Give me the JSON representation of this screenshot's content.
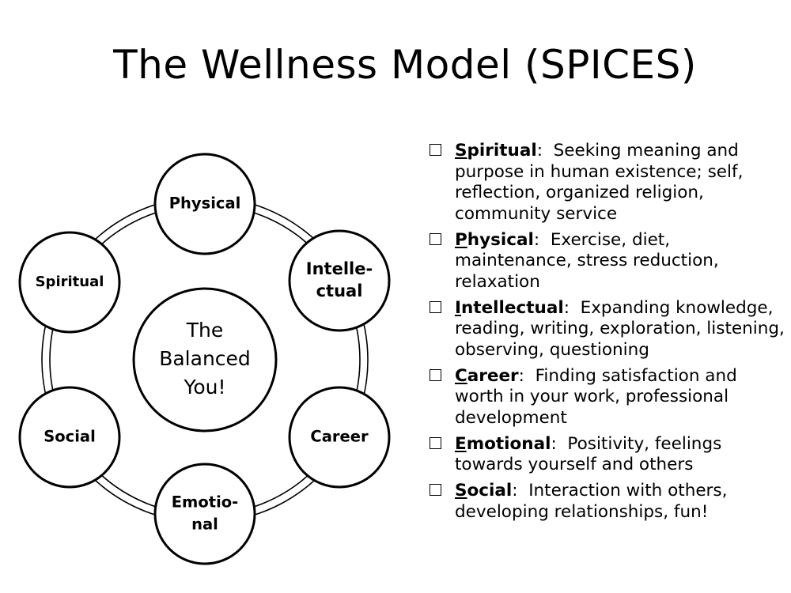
{
  "title": "The Wellness Model (SPICES)",
  "diagram": {
    "center": {
      "lines": [
        "The",
        "Balanced",
        "You!"
      ]
    },
    "nodes": [
      {
        "id": "physical",
        "lines": [
          "Physical"
        ]
      },
      {
        "id": "intellectual",
        "lines": [
          "Intelle-",
          "ctual"
        ]
      },
      {
        "id": "career",
        "lines": [
          "Career"
        ]
      },
      {
        "id": "emotional",
        "lines": [
          "Emotio-",
          "nal"
        ]
      },
      {
        "id": "social",
        "lines": [
          "Social"
        ]
      },
      {
        "id": "spiritual",
        "lines": [
          "Spiritual"
        ]
      }
    ]
  },
  "list": [
    {
      "initial": "S",
      "rest": "piritual",
      "colon": ":",
      "description": "Seeking meaning and purpose in human existence; self, reflection, organized religion, community service"
    },
    {
      "initial": "P",
      "rest": "hysical",
      "colon": ":",
      "description": "Exercise, diet, maintenance, stress reduction, relaxation"
    },
    {
      "initial": "I",
      "rest": "ntellectual",
      "colon": ":",
      "description": "Expanding knowledge, reading, writing, exploration, listening, observing, questioning"
    },
    {
      "initial": "C",
      "rest": "areer",
      "colon": ":",
      "description": "Finding satisfaction and worth in your work, professional development"
    },
    {
      "initial": "E",
      "rest": "motional",
      "colon": ":",
      "description": "Positivity, feelings towards yourself and others"
    },
    {
      "initial": "S",
      "rest": "ocial",
      "colon": ":",
      "description": "Interaction with others, developing relationships, fun!"
    }
  ]
}
